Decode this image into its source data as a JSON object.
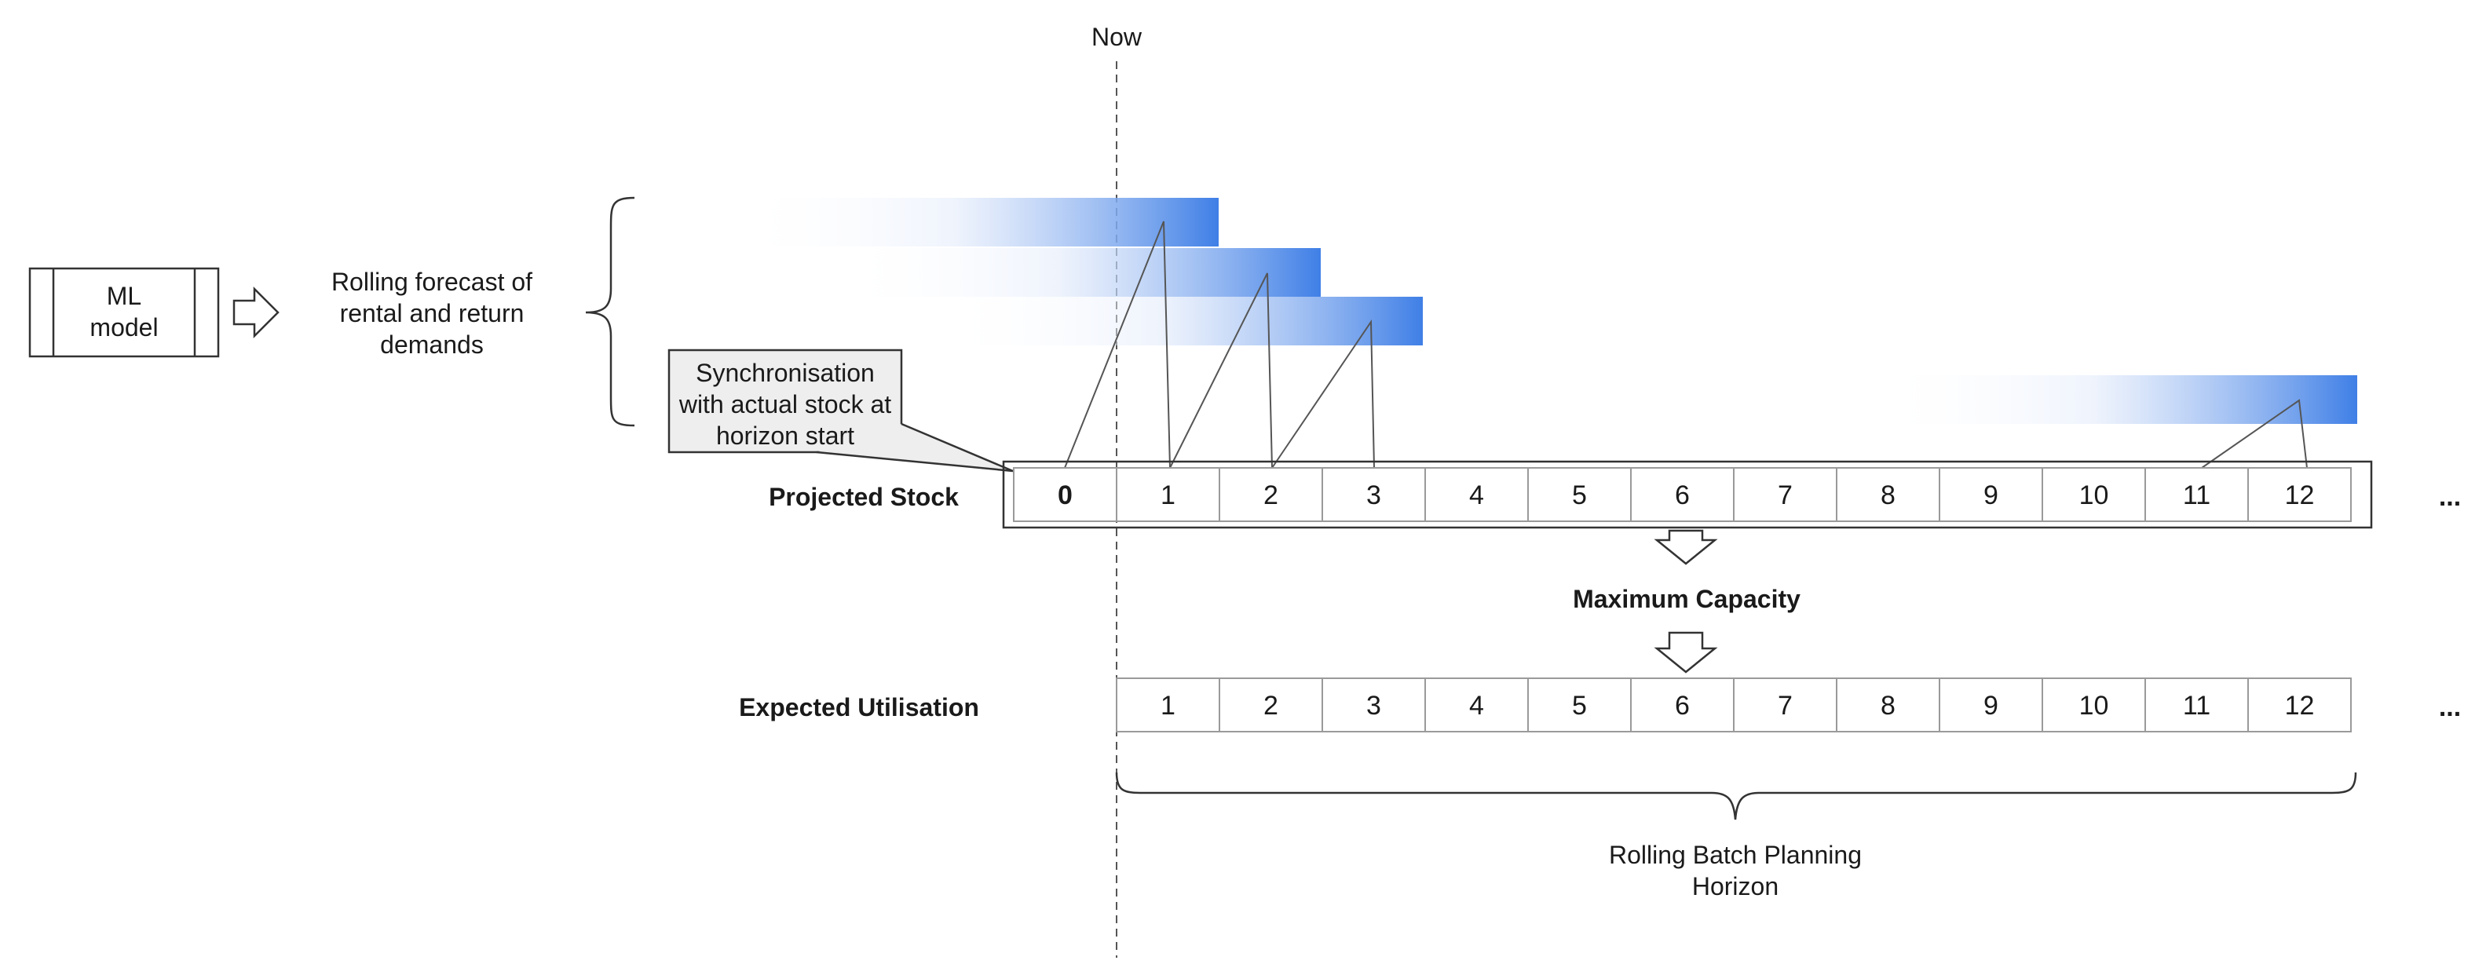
{
  "now_label": "Now",
  "ml_model": {
    "line1": "ML",
    "line2": "model"
  },
  "forecast_label": {
    "line1": "Rolling forecast of",
    "line2": "rental and return",
    "line3": "demands"
  },
  "sync_callout": {
    "line1": "Synchronisation",
    "line2": "with actual stock at",
    "line3": "horizon start"
  },
  "projected_stock": {
    "label": "Projected Stock",
    "cells": [
      "0",
      "1",
      "2",
      "3",
      "4",
      "5",
      "6",
      "7",
      "8",
      "9",
      "10",
      "11",
      "12"
    ],
    "continuation": "..."
  },
  "maximum_capacity": "Maximum Capacity",
  "expected_utilisation": {
    "label": "Expected Utilisation",
    "cells": [
      "1",
      "2",
      "3",
      "4",
      "5",
      "6",
      "7",
      "8",
      "9",
      "10",
      "11",
      "12"
    ],
    "continuation": "..."
  },
  "horizon_label": {
    "line1": "Rolling Batch Planning",
    "line2": "Horizon"
  },
  "colors": {
    "forecast_blue": "#3f7fe6",
    "line": "#555555",
    "grid": "#9a9a9a",
    "callout_fill": "#eeeeee"
  }
}
